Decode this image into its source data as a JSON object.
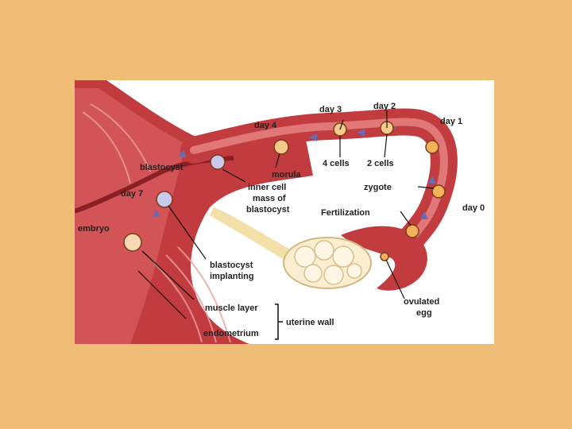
{
  "colors": {
    "background": "#efbd75",
    "tissue": "#c23b3f",
    "tissue_light": "#e07878",
    "tissue_dark": "#8a1f25",
    "ovary": "#fbeed0",
    "ligament": "#f3dfa8",
    "arrow": "#6a6ab0"
  },
  "labels": {
    "day3": "day 3",
    "day2": "day 2",
    "day1": "day 1",
    "day4": "day 4",
    "blastocyst": "blastocyst",
    "morula": "morula",
    "cells4": "4 cells",
    "cells2": "2 cells",
    "zygote": "zygote",
    "day7": "day 7",
    "inner1": "inner cell",
    "inner2": "mass of",
    "inner3": "blastocyst",
    "fertilization": "Fertilization",
    "day0": "day 0",
    "embryo": "embryo",
    "implant1": "blastocyst",
    "implant2": "implanting",
    "ovulated1": "ovulated",
    "ovulated2": "egg",
    "muscle": "muscle layer",
    "uterine": "uterine wall",
    "endometrium": "endometrium"
  }
}
